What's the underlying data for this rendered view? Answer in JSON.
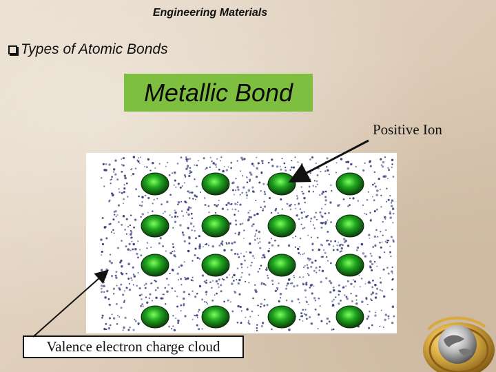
{
  "header": {
    "title": "Engineering Materials"
  },
  "bullet": {
    "text": "Types of Atomic Bonds"
  },
  "section": {
    "title": "Metallic Bond"
  },
  "labels": {
    "positive_ion": "Positive Ion",
    "electron_cloud": "Valence electron charge cloud"
  },
  "diagram": {
    "ion_color": "#1fa31f",
    "electron_color": "#3a3f7a",
    "rows": 4,
    "columns": 4
  },
  "logo": {
    "icon": "globe-icon"
  }
}
